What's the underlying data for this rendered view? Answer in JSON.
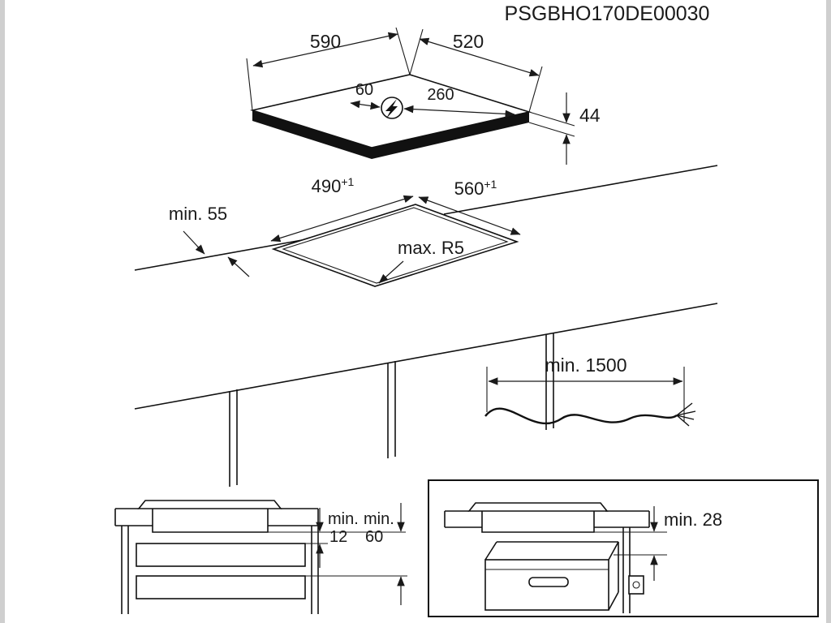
{
  "title": {
    "code": "PSGBHO170DE00030"
  },
  "iso": {
    "width": "590",
    "depth": "520",
    "height": "44",
    "cable_left": "60",
    "cable_right": "260"
  },
  "cutout": {
    "depth": "490",
    "depth_tol": "+1",
    "width": "560",
    "width_tol": "+1",
    "front_gap": "min. 55",
    "radius": "max. R5"
  },
  "cable": {
    "length": "min. 1500"
  },
  "drawer": {
    "min1": "min.",
    "v1": "12",
    "min2": "min.",
    "v2": "60"
  },
  "oven": {
    "gap": "min. 28"
  }
}
